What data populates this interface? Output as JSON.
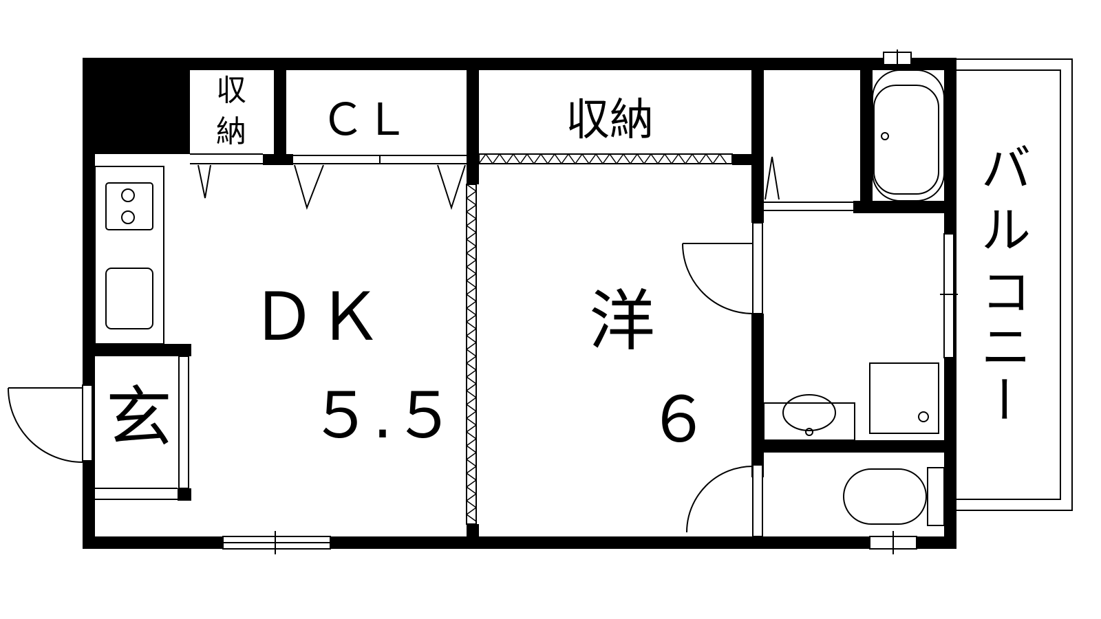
{
  "plan": {
    "rooms": {
      "dining_kitchen": {
        "label": "ＤＫ",
        "size": "５.５"
      },
      "western_room": {
        "label": "洋",
        "size": "６"
      },
      "entrance": {
        "label": "玄"
      },
      "closet": {
        "label": "ＣＬ"
      },
      "storage_large": {
        "label": "収納"
      },
      "storage_small": {
        "line1": "収",
        "line2": "納"
      },
      "balcony": {
        "chars": [
          "バ",
          "ル",
          "コ",
          "ニ",
          "ー"
        ]
      }
    },
    "colors": {
      "wall": "#000000",
      "background": "#ffffff",
      "fixture_stroke": "#000000"
    }
  }
}
